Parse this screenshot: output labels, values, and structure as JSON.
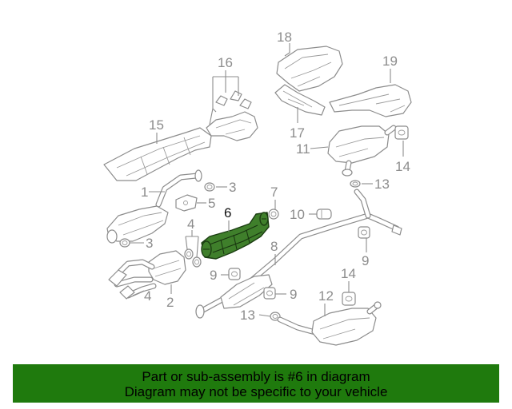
{
  "diagram": {
    "callouts": [
      {
        "id": "c1",
        "text": "1"
      },
      {
        "id": "c2",
        "text": "2"
      },
      {
        "id": "c3a",
        "text": "3"
      },
      {
        "id": "c3b",
        "text": "3"
      },
      {
        "id": "c4a",
        "text": "4"
      },
      {
        "id": "c4b",
        "text": "4"
      },
      {
        "id": "c5",
        "text": "5"
      },
      {
        "id": "c6",
        "text": "6"
      },
      {
        "id": "c7",
        "text": "7"
      },
      {
        "id": "c8",
        "text": "8"
      },
      {
        "id": "c9a",
        "text": "9"
      },
      {
        "id": "c9b",
        "text": "9"
      },
      {
        "id": "c9c",
        "text": "9"
      },
      {
        "id": "c10",
        "text": "10"
      },
      {
        "id": "c11",
        "text": "11"
      },
      {
        "id": "c12",
        "text": "12"
      },
      {
        "id": "c13a",
        "text": "13"
      },
      {
        "id": "c13b",
        "text": "13"
      },
      {
        "id": "c14a",
        "text": "14"
      },
      {
        "id": "c14b",
        "text": "14"
      },
      {
        "id": "c15",
        "text": "15"
      },
      {
        "id": "c16",
        "text": "16"
      },
      {
        "id": "c17",
        "text": "17"
      },
      {
        "id": "c18",
        "text": "18"
      },
      {
        "id": "c19",
        "text": "19"
      }
    ],
    "highlighted_part": "6"
  },
  "banner": {
    "line1": "Part or sub-assembly is #6 in diagram",
    "line2": "Diagram may not be specific to your vehicle"
  },
  "colors": {
    "banner_bg": "#1f7a0d",
    "highlight_fill": "#3f7f2b",
    "line_gray": "#8c8c8c",
    "highlight_label": "#111111"
  }
}
